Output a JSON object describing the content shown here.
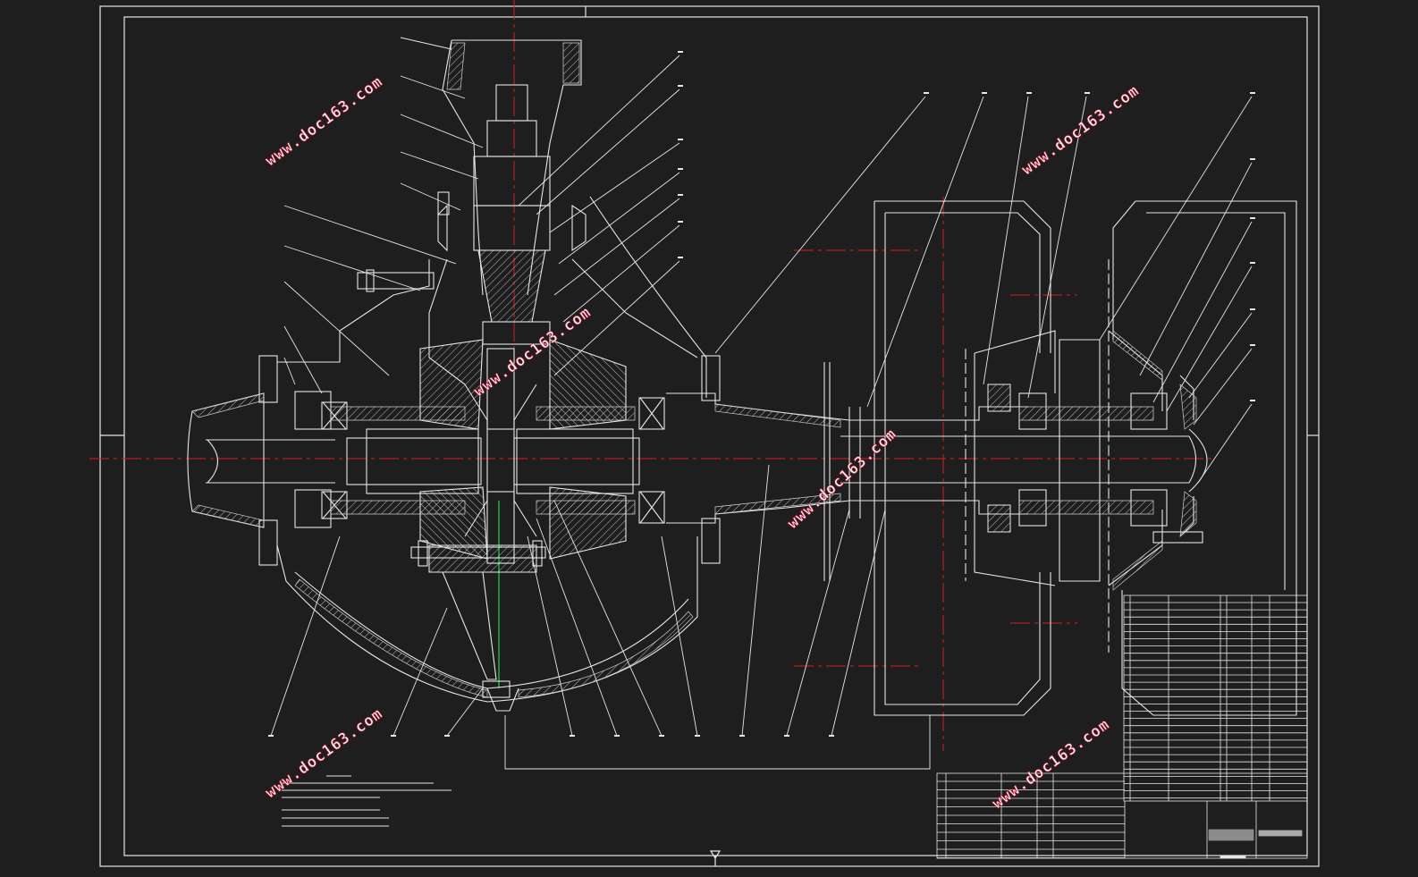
{
  "watermarks": [
    "www.doc163.com",
    "www.doc163.com",
    "www.doc163.com",
    "www.doc163.com",
    "www.doc163.com",
    "www.doc163.com"
  ],
  "colors": {
    "background": "#1e1e1e",
    "line": "#e6e6e6",
    "centerline": "#d61f1f",
    "accent_green": "#19c23a",
    "watermark_fill": "#f3f3f3",
    "watermark_stroke": "#c8102e"
  }
}
